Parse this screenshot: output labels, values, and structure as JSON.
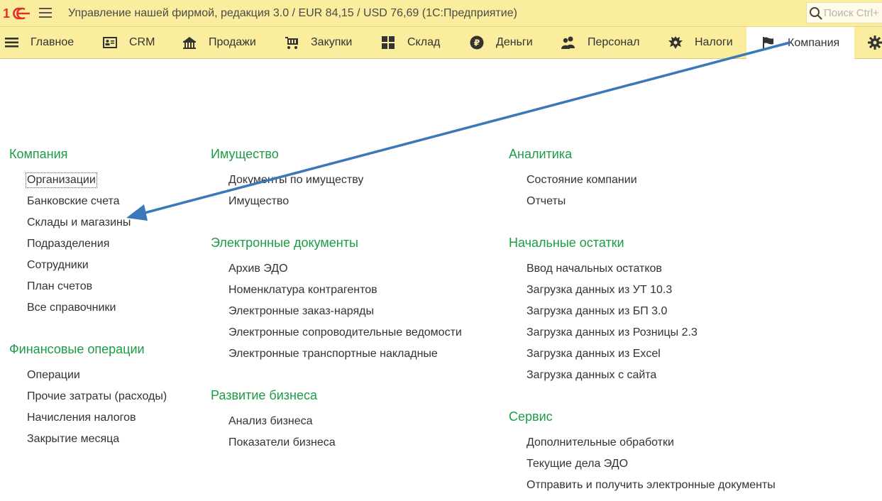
{
  "app": {
    "logo_text": "1С",
    "title": "Управление нашей фирмой, редакция 3.0 / EUR 84,15 / USD 76,69  (1С:Предприятие)"
  },
  "search": {
    "placeholder": "Поиск Ctrl+"
  },
  "sections": [
    {
      "label": "Главное",
      "icon": "menu-icon"
    },
    {
      "label": "CRM",
      "icon": "contact-card-icon"
    },
    {
      "label": "Продажи",
      "icon": "cash-register-icon"
    },
    {
      "label": "Закупки",
      "icon": "cart-icon"
    },
    {
      "label": "Склад",
      "icon": "warehouse-grid-icon"
    },
    {
      "label": "Деньги",
      "icon": "ruble-coin-icon"
    },
    {
      "label": "Персонал",
      "icon": "people-icon"
    },
    {
      "label": "Налоги",
      "icon": "coat-of-arms-icon"
    },
    {
      "label": "Компания",
      "icon": "flag-icon",
      "active": true
    },
    {
      "label": "",
      "icon": "gear-icon"
    }
  ],
  "columns": {
    "col1": {
      "groups": [
        {
          "title": "Компания",
          "items": [
            "Организации",
            "Банковские счета",
            "Склады и магазины",
            "Подразделения",
            "Сотрудники",
            "План счетов",
            "Все справочники"
          ]
        },
        {
          "title": "Финансовые операции",
          "items": [
            "Операции",
            "Прочие затраты (расходы)",
            "Начисления налогов",
            "Закрытие месяца"
          ]
        }
      ]
    },
    "col2": {
      "groups": [
        {
          "title": "Имущество",
          "items": [
            "Документы по имуществу",
            "Имущество"
          ]
        },
        {
          "title": "Электронные документы",
          "items": [
            "Архив ЭДО",
            "Номенклатура контрагентов",
            "Электронные заказ-наряды",
            "Электронные сопроводительные ведомости",
            "Электронные транспортные накладные"
          ]
        },
        {
          "title": "Развитие бизнеса",
          "items": [
            "Анализ бизнеса",
            "Показатели бизнеса"
          ]
        }
      ]
    },
    "col3": {
      "groups": [
        {
          "title": "Аналитика",
          "items": [
            "Состояние компании",
            "Отчеты"
          ]
        },
        {
          "title": "Начальные остатки",
          "items": [
            "Ввод начальных остатков",
            "Загрузка данных из УТ 10.3",
            "Загрузка данных из БП 3.0",
            "Загрузка данных из Розницы 2.3",
            "Загрузка данных из Excel",
            "Загрузка данных с сайта"
          ]
        },
        {
          "title": "Сервис",
          "items": [
            "Дополнительные обработки",
            "Текущие дела ЭДО",
            "Отправить и получить электронные документы"
          ]
        }
      ]
    }
  },
  "colors": {
    "bar_background": "#fbed9e",
    "group_title": "#1b9c46",
    "logo_red": "#e0312a",
    "annotation_arrow": "#3a78b9"
  },
  "annotation": {
    "type": "arrow",
    "from": "section-Компания",
    "to": "Склады и магазины"
  }
}
